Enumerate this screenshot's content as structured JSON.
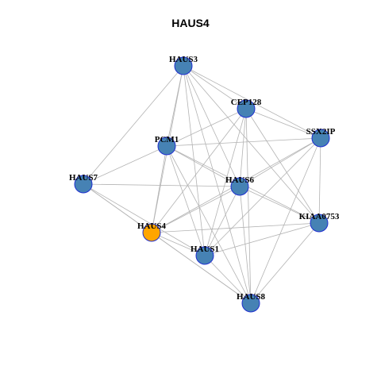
{
  "title": "HAUS4",
  "colors": {
    "node_default": "#4682B4",
    "node_highlight": "#FFA500",
    "node_border": "#1F2FD0",
    "edge": "#B3B3B3"
  },
  "nodes": [
    {
      "id": "HAUS3",
      "label": "HAUS3",
      "highlight": false
    },
    {
      "id": "CEP128",
      "label": "CEP128",
      "highlight": false
    },
    {
      "id": "SSX2IP",
      "label": "SSX2IP",
      "highlight": false
    },
    {
      "id": "PCM1",
      "label": "PCM1",
      "highlight": false
    },
    {
      "id": "HAUS7",
      "label": "HAUS7",
      "highlight": false
    },
    {
      "id": "HAUS6",
      "label": "HAUS6",
      "highlight": false
    },
    {
      "id": "KIAA0753",
      "label": "KIAA0753",
      "highlight": false
    },
    {
      "id": "HAUS4",
      "label": "HAUS4",
      "highlight": true
    },
    {
      "id": "HAUS1",
      "label": "HAUS1",
      "highlight": false
    },
    {
      "id": "HAUS8",
      "label": "HAUS8",
      "highlight": false
    }
  ],
  "edges": [
    [
      "HAUS3",
      "CEP128"
    ],
    [
      "HAUS3",
      "SSX2IP"
    ],
    [
      "HAUS3",
      "PCM1"
    ],
    [
      "HAUS3",
      "HAUS7"
    ],
    [
      "HAUS3",
      "HAUS6"
    ],
    [
      "HAUS3",
      "KIAA0753"
    ],
    [
      "HAUS3",
      "HAUS4"
    ],
    [
      "HAUS3",
      "HAUS1"
    ],
    [
      "HAUS3",
      "HAUS8"
    ],
    [
      "CEP128",
      "SSX2IP"
    ],
    [
      "CEP128",
      "PCM1"
    ],
    [
      "CEP128",
      "HAUS6"
    ],
    [
      "CEP128",
      "KIAA0753"
    ],
    [
      "CEP128",
      "HAUS4"
    ],
    [
      "CEP128",
      "HAUS1"
    ],
    [
      "CEP128",
      "HAUS8"
    ],
    [
      "SSX2IP",
      "PCM1"
    ],
    [
      "SSX2IP",
      "HAUS6"
    ],
    [
      "SSX2IP",
      "KIAA0753"
    ],
    [
      "SSX2IP",
      "HAUS4"
    ],
    [
      "SSX2IP",
      "HAUS1"
    ],
    [
      "SSX2IP",
      "HAUS8"
    ],
    [
      "PCM1",
      "HAUS7"
    ],
    [
      "PCM1",
      "HAUS6"
    ],
    [
      "PCM1",
      "KIAA0753"
    ],
    [
      "PCM1",
      "HAUS4"
    ],
    [
      "PCM1",
      "HAUS1"
    ],
    [
      "PCM1",
      "HAUS8"
    ],
    [
      "HAUS7",
      "HAUS6"
    ],
    [
      "HAUS7",
      "HAUS4"
    ],
    [
      "HAUS7",
      "HAUS1"
    ],
    [
      "HAUS7",
      "HAUS8"
    ],
    [
      "HAUS6",
      "KIAA0753"
    ],
    [
      "HAUS6",
      "HAUS4"
    ],
    [
      "HAUS6",
      "HAUS1"
    ],
    [
      "HAUS6",
      "HAUS8"
    ],
    [
      "KIAA0753",
      "HAUS4"
    ],
    [
      "KIAA0753",
      "HAUS1"
    ],
    [
      "KIAA0753",
      "HAUS8"
    ],
    [
      "HAUS4",
      "HAUS1"
    ],
    [
      "HAUS4",
      "HAUS8"
    ],
    [
      "HAUS1",
      "HAUS8"
    ]
  ]
}
